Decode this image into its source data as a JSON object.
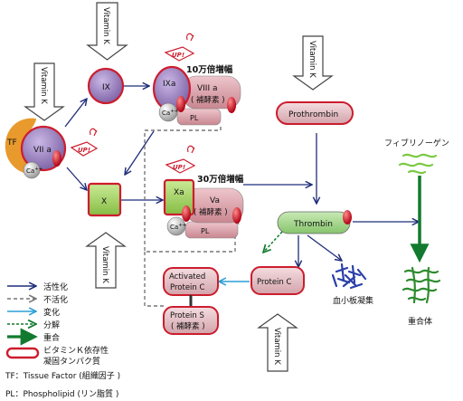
{
  "vitamin_k_label": "Vitamin K",
  "factors": {
    "tf": "TF",
    "viia": "VII a",
    "ix": "IX",
    "ixa": "IXa",
    "viiia": "VIII a",
    "viiia_sub": "( 補酵素 )",
    "x": "X",
    "xa": "Xa",
    "va": "Va",
    "va_sub": "( 補酵素 )",
    "ca": "Ca",
    "ca_sup": "++",
    "pl": "PL",
    "prothrombin": "Prothrombin",
    "thrombin": "Thrombin",
    "protein_c": "Protein C",
    "activated_pc_1": "Activated",
    "activated_pc_2": "Protein C",
    "protein_s_1": "Protein S",
    "protein_s_2": "( 補酵素 )",
    "fibrinogen": "フィブリノーゲン",
    "platelet": "血小板凝集",
    "polymer": "重合体"
  },
  "amplification": {
    "ix_complex": "10万倍増幅",
    "x_complex": "30万倍増幅",
    "up_badge": "UP!"
  },
  "legend": {
    "items": [
      {
        "label": "活性化",
        "style": "activation",
        "color": "#1f2d7a"
      },
      {
        "label": "不活化",
        "style": "inactivation",
        "color": "#777777"
      },
      {
        "label": "変化",
        "style": "change",
        "color": "#2a9fd6"
      },
      {
        "label": "分解",
        "style": "degradation",
        "color": "#117a2e"
      },
      {
        "label": "重合",
        "style": "polymerization",
        "color": "#117a2e"
      }
    ],
    "vk_dependent_1": "ビタミンＫ依存性",
    "vk_dependent_2": "凝固タンパク質",
    "vk_dependent_color": "#cc1d2e"
  },
  "footnotes": {
    "tf": "TF：Tissue Factor (組織因子 )",
    "pl": "PL：Phospholipid (リン脂質 )"
  },
  "colors": {
    "purple_factor": "#8a6fb0",
    "green_factor": "#9ecf58",
    "vk_outline": "#cc1d2e",
    "pink_cofactor": "#d8a0a8",
    "tf_orange": "#e89a2c",
    "fiber_green": "#7ac943"
  }
}
